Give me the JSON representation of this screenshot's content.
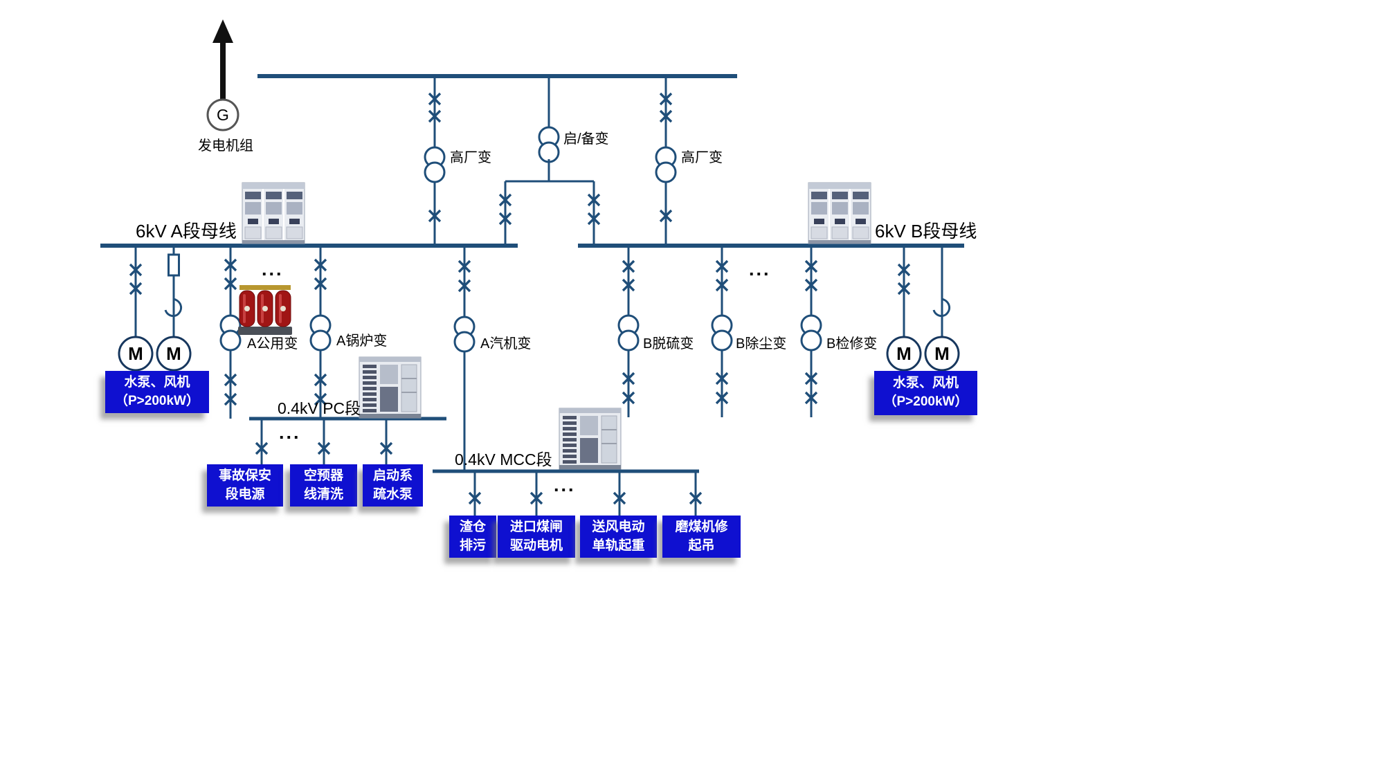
{
  "symbols": {
    "generator": "G",
    "motor": "M",
    "ellipsis": "..."
  },
  "labels": {
    "generator_unit": "发电机组",
    "aux_transformer_left": "高厂变",
    "startup_standby_transformer": "启/备变",
    "aux_transformer_right": "高厂变",
    "bus_a": "6kV A段母线",
    "bus_b": "6kV B段母线",
    "feeder_a_common": "A公用变",
    "feeder_a_boiler": "A锅炉变",
    "feeder_a_turbine": "A汽机变",
    "feeder_b_desulfurization": "B脱硫变",
    "feeder_b_dust": "B除尘变",
    "feeder_b_maintenance": "B检修变",
    "bus_pc": "0.4kV  PC段",
    "bus_mcc": "0.4kV  MCC段"
  },
  "load_boxes": {
    "a_motors": "水泵、风机\n（P>200kW）",
    "b_motors": "水泵、风机\n（P>200kW）",
    "pc_loads": [
      "事故保安\n段电源",
      "空预器\n线清洗",
      "启动系\n疏水泵"
    ],
    "mcc_loads": [
      "渣仓\n排污",
      "进口煤闸\n驱动电机",
      "送风电动\n单轨起重",
      "磨煤机修\n起吊"
    ]
  },
  "colors": {
    "line": "#1f4e79",
    "load_box_bg": "#0f10d0",
    "load_box_text": "#ffffff"
  }
}
